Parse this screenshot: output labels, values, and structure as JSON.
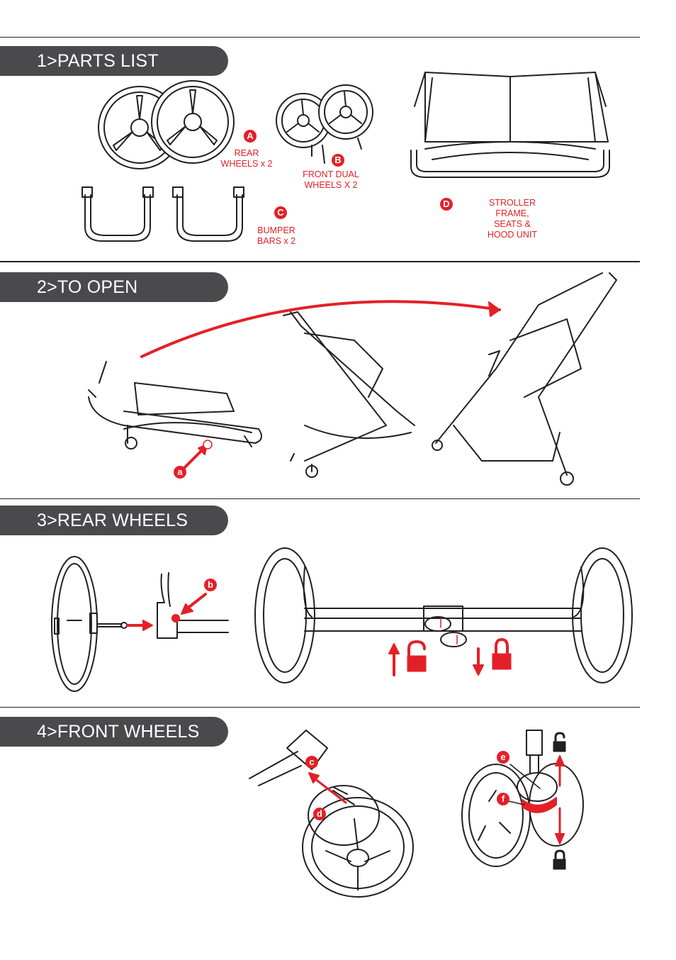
{
  "sections": [
    {
      "title": "1>PARTS LIST"
    },
    {
      "title": "2>TO OPEN"
    },
    {
      "title": "3>REAR WHEELS"
    },
    {
      "title": "4>FRONT WHEELS"
    }
  ],
  "parts": [
    {
      "letter": "A",
      "label": "REAR\nWHEELS x 2"
    },
    {
      "letter": "B",
      "label": "FRONT DUAL\nWHEELS X 2"
    },
    {
      "letter": "C",
      "label": "BUMPER\nBARS x 2"
    },
    {
      "letter": "D",
      "label": "STROLLER\nFRAME,\nSEATS &\nHOOD UNIT"
    }
  ],
  "steps": {
    "a": "a",
    "b": "b",
    "c": "c",
    "d": "d",
    "e": "e",
    "f": "f"
  },
  "colors": {
    "accent": "#e32028",
    "tab": "#4a4a4c",
    "line": "#231f20"
  },
  "icons": [
    "lock-open-icon",
    "lock-closed-icon",
    "arrow-icon"
  ]
}
